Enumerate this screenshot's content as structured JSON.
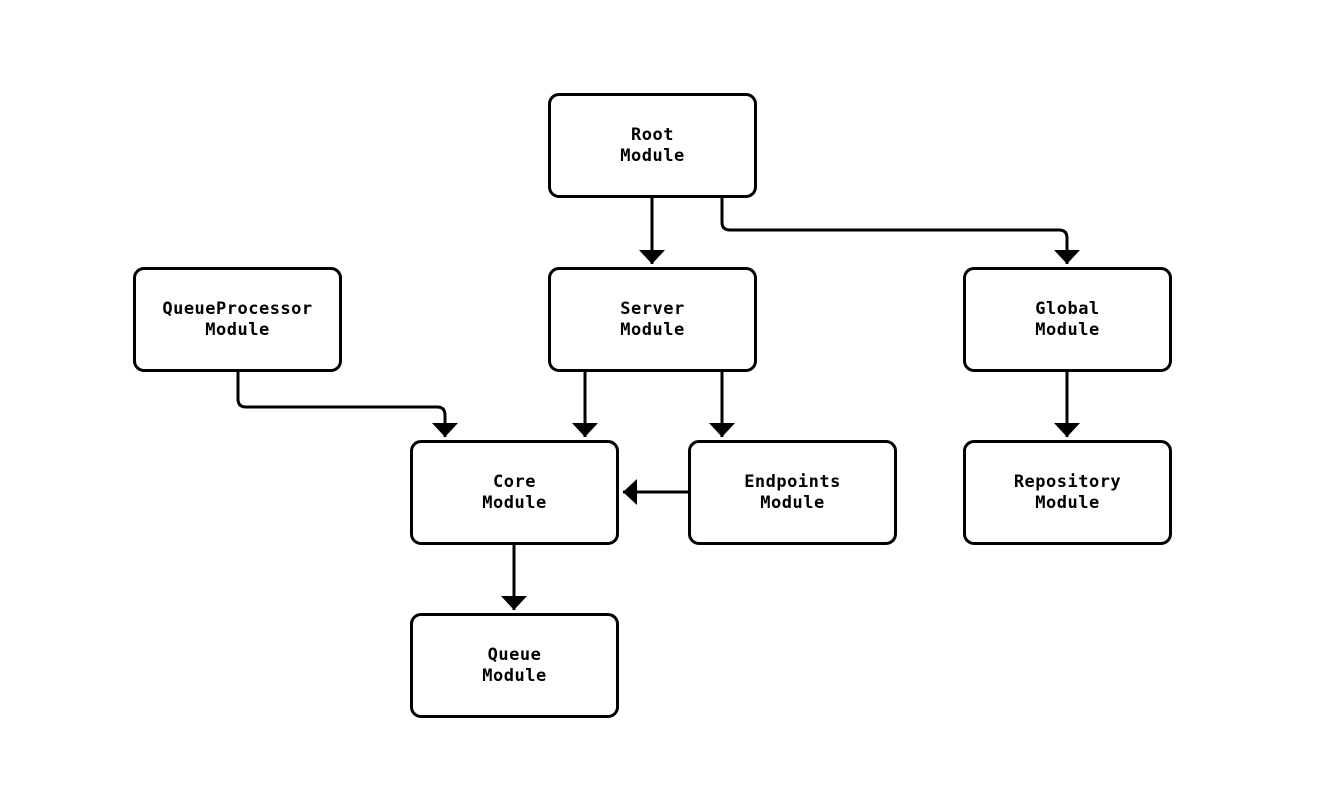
{
  "diagram": {
    "background_color": "#ffffff",
    "stroke_color": "#000000",
    "text_color": "#000000",
    "nodes": [
      {
        "id": "root",
        "label": "Root\nModule"
      },
      {
        "id": "queueprocessor",
        "label": "QueueProcessor\nModule"
      },
      {
        "id": "server",
        "label": "Server\nModule"
      },
      {
        "id": "global",
        "label": "Global\nModule"
      },
      {
        "id": "core",
        "label": "Core\nModule"
      },
      {
        "id": "endpoints",
        "label": "Endpoints\nModule"
      },
      {
        "id": "repository",
        "label": "Repository\nModule"
      },
      {
        "id": "queue",
        "label": "Queue\nModule"
      }
    ],
    "edges": [
      {
        "from": "root",
        "to": "server"
      },
      {
        "from": "root",
        "to": "global"
      },
      {
        "from": "queueprocessor",
        "to": "core"
      },
      {
        "from": "server",
        "to": "core"
      },
      {
        "from": "server",
        "to": "endpoints"
      },
      {
        "from": "endpoints",
        "to": "core"
      },
      {
        "from": "global",
        "to": "repository"
      },
      {
        "from": "core",
        "to": "queue"
      }
    ]
  }
}
